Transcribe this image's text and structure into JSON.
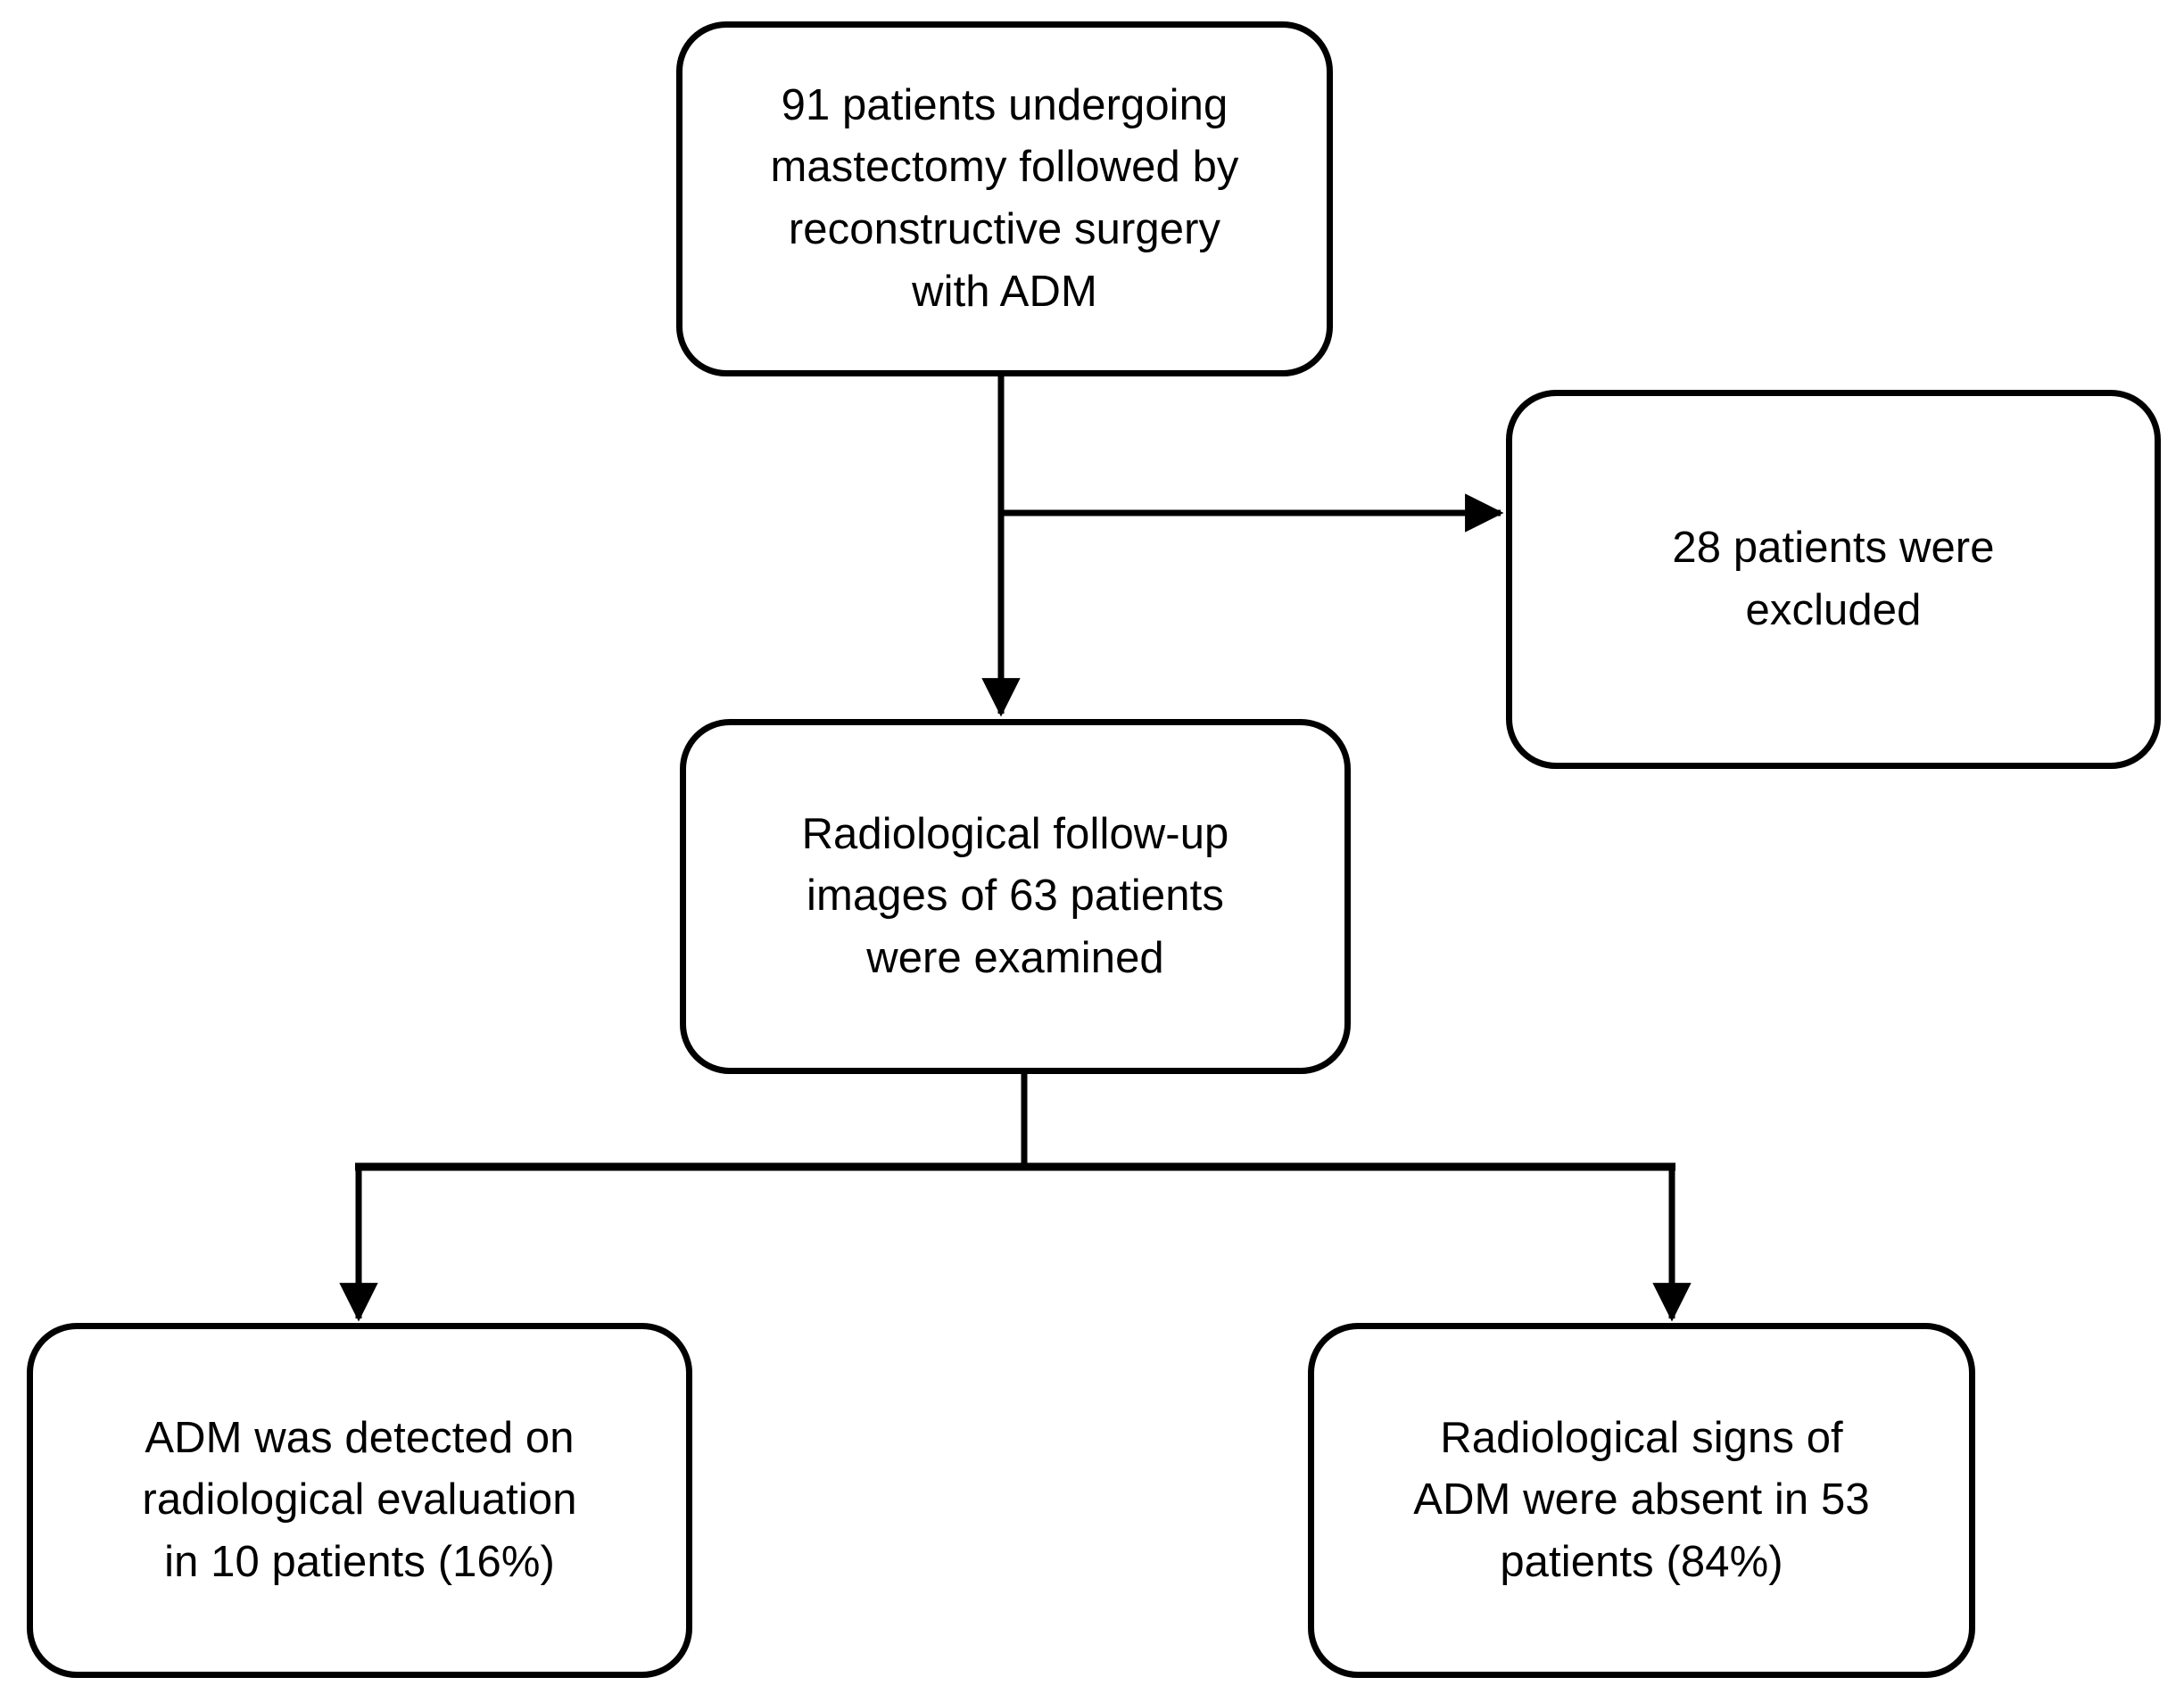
{
  "figure": {
    "type": "flowchart",
    "orientation": "top-down",
    "background_color": "#ffffff",
    "line_color": "#000000",
    "text_color": "#000000"
  },
  "nodes": {
    "enrolled": {
      "id": "enrolled",
      "text": "91 patients undergoing\nmastectomy followed by\nreconstructive surgery\nwith ADM",
      "count": 91,
      "shape": "rounded-rectangle"
    },
    "excluded": {
      "id": "excluded",
      "text": "28 patients were\nexcluded",
      "count": 28,
      "shape": "rounded-rectangle"
    },
    "examined": {
      "id": "examined",
      "text": "Radiological follow-up\nimages of 63 patients\nwere examined",
      "count": 63,
      "shape": "rounded-rectangle"
    },
    "detected": {
      "id": "detected",
      "text": "ADM was detected on\nradiological evaluation\nin 10 patients (16%)",
      "count": 10,
      "percent": "16%",
      "shape": "rounded-rectangle"
    },
    "absent": {
      "id": "absent",
      "text": "Radiological signs of\nADM were absent in 53\npatients (84%)",
      "count": 53,
      "percent": "84%",
      "shape": "rounded-rectangle"
    }
  },
  "edges": [
    {
      "from": "enrolled",
      "to": "excluded",
      "style": "elbow-right",
      "arrow": "end"
    },
    {
      "from": "enrolled",
      "to": "examined",
      "style": "straight-down",
      "arrow": "end"
    },
    {
      "from": "examined",
      "to": "detected",
      "style": "split-left",
      "arrow": "end"
    },
    {
      "from": "examined",
      "to": "absent",
      "style": "split-right",
      "arrow": "end"
    }
  ]
}
